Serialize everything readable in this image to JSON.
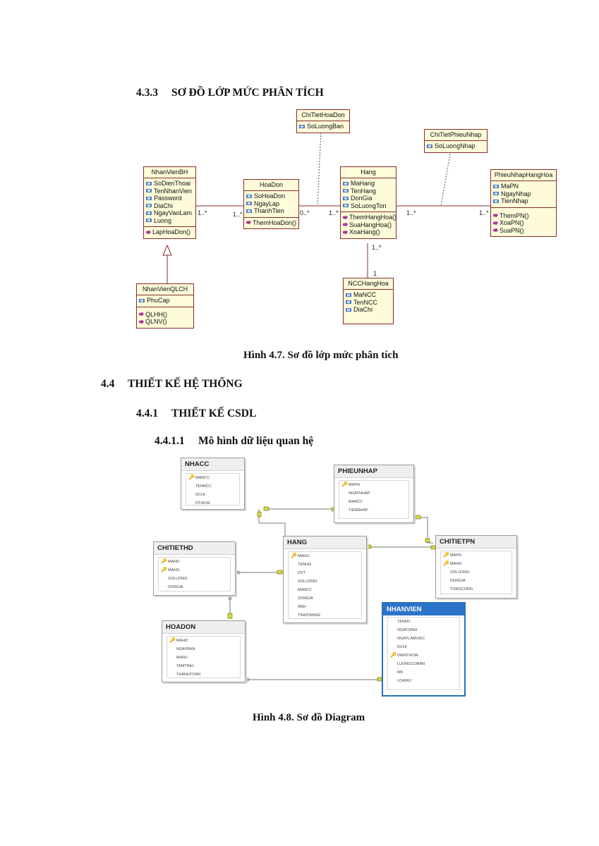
{
  "headings": {
    "h433": {
      "num": "4.3.3",
      "text": "SƠ ĐỒ LỚP MỨC PHÂN TÍCH"
    },
    "h44": {
      "num": "4.4",
      "text": "THIẾT KẾ HỆ THỐNG"
    },
    "h441": {
      "num": "4.4.1",
      "text": "THIẾT KẾ CSDL"
    },
    "h4411": {
      "num": "4.4.1.1",
      "text": "Mô hình dữ liệu quan hệ"
    }
  },
  "captions": {
    "fig47": "Hình 4.7. Sơ đồ lớp mức phân tích",
    "fig48": "Hình 4.8. Sơ đồ Diagram"
  },
  "uml_classes": {
    "nhanvienbh": {
      "name": "NhanVienBH",
      "attributes": [
        "SoDienThoai",
        "TenNhanVien",
        "Password",
        "DiaChi",
        "NgayVaoLam",
        "Luong"
      ],
      "operations": [
        "LapHoaDon()"
      ]
    },
    "hoadon": {
      "name": "HoaDon",
      "attributes": [
        "SoHoaDon",
        "NgayLap",
        "ThanhTien"
      ],
      "operations": [
        "ThemHoaDon()"
      ]
    },
    "hang": {
      "name": "Hang",
      "attributes": [
        "MaHang",
        "TenHang",
        "DonGia",
        "SoLuongTon"
      ],
      "operations": [
        "ThemHangHoa()",
        "SuaHangHoa()",
        "XoaHang()"
      ]
    },
    "phieunhap": {
      "name": "PhieuNhapHangHoa",
      "attributes": [
        "MaPN",
        "NgayNhap",
        "TienNhap"
      ],
      "operations": [
        "ThemPN()",
        "XoaPN()",
        "SuaPN()"
      ]
    },
    "chitiethoadon": {
      "name": "ChiTietHoaDon",
      "attributes": [
        "SoLuongBan"
      ],
      "operations": []
    },
    "chitietphieunhap": {
      "name": "ChiTietPhieuNhap",
      "attributes": [
        "SoLuongNhap"
      ],
      "operations": []
    },
    "nhanvienqlch": {
      "name": "NhanVienQLCH",
      "attributes": [
        "PhuCap"
      ],
      "operations": [
        "QLHH()",
        "QLNV()"
      ]
    },
    "ncchanghoa": {
      "name": "NCCHangHoa",
      "attributes": [
        "MaNCC",
        "TenNCC",
        "DiaChi"
      ],
      "operations": []
    }
  },
  "multiplicities": {
    "m1": "1..*",
    "m2": "1..*",
    "m3": "0..*",
    "m4": "1..*",
    "m5": "1..*",
    "m6": "1..*",
    "m7": "1..*",
    "m8": "1"
  },
  "db_tables": {
    "nhacc": {
      "name": "NHACC",
      "columns": [
        {
          "n": "MANCC",
          "k": true
        },
        {
          "n": "TENNCC",
          "k": false
        },
        {
          "n": "DCHI",
          "k": false
        },
        {
          "n": "DTHOAI",
          "k": false
        }
      ]
    },
    "phieunhap": {
      "name": "PHIEUNHAP",
      "columns": [
        {
          "n": "MAPN",
          "k": true
        },
        {
          "n": "NGAYNHAP",
          "k": false
        },
        {
          "n": "MANCC",
          "k": false
        },
        {
          "n": "TIENNHAP",
          "k": false
        }
      ]
    },
    "chitiethd": {
      "name": "CHITIETHD",
      "columns": [
        {
          "n": "MAHD",
          "k": true
        },
        {
          "n": "MAHG",
          "k": true
        },
        {
          "n": "SOLUONG",
          "k": false
        },
        {
          "n": "DONGIA",
          "k": false
        }
      ]
    },
    "hang": {
      "name": "HANG",
      "columns": [
        {
          "n": "MAHG",
          "k": true
        },
        {
          "n": "TENHG",
          "k": false
        },
        {
          "n": "DVT",
          "k": false
        },
        {
          "n": "SOLUONG",
          "k": false
        },
        {
          "n": "MANCC",
          "k": false
        },
        {
          "n": "DONGIA",
          "k": false
        },
        {
          "n": "ANH",
          "k": false
        },
        {
          "n": "TINHTRANG",
          "k": false
        }
      ]
    },
    "chitietpn": {
      "name": "CHITIETPN",
      "columns": [
        {
          "n": "MAPN",
          "k": true
        },
        {
          "n": "MAHG",
          "k": true
        },
        {
          "n": "SOLUONG",
          "k": false
        },
        {
          "n": "DONGIA",
          "k": false
        },
        {
          "n": "TONGCONG",
          "k": false
        }
      ]
    },
    "hoadon": {
      "name": "HOADON",
      "columns": [
        {
          "n": "MAHD",
          "k": true
        },
        {
          "n": "NGAYBAN",
          "k": false
        },
        {
          "n": "MANV",
          "k": false
        },
        {
          "n": "TAMTINH",
          "k": false
        },
        {
          "n": "THANHTOAN",
          "k": false
        }
      ]
    },
    "nhanvien": {
      "name": "NHANVIEN",
      "columns": [
        {
          "n": "TENNV",
          "k": false
        },
        {
          "n": "NGAYSINH",
          "k": false
        },
        {
          "n": "NGAYLAMVIEC",
          "k": false
        },
        {
          "n": "DCHI",
          "k": false
        },
        {
          "n": "DIENTHOAI",
          "k": true
        },
        {
          "n": "LUONGCOBAN",
          "k": false
        },
        {
          "n": "MK",
          "k": false
        },
        {
          "n": "LOAINV",
          "k": false
        }
      ]
    }
  }
}
